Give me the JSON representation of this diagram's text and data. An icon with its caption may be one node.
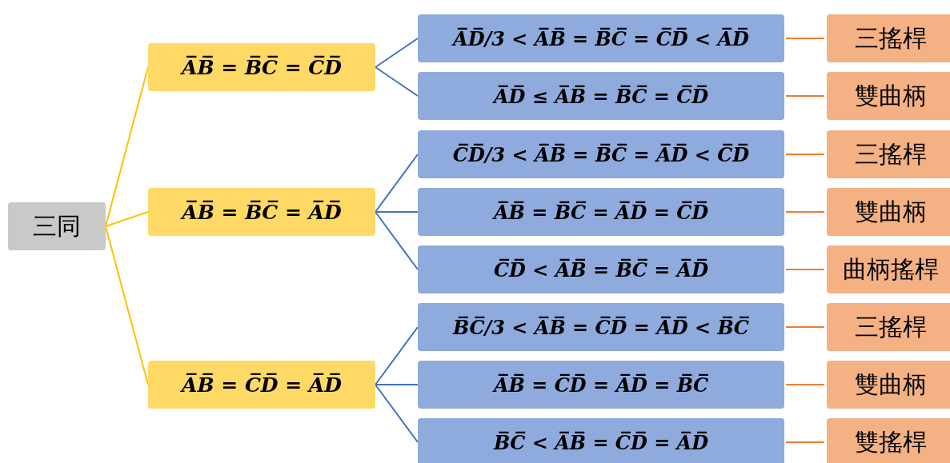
{
  "diagram": {
    "nodes": [
      {
        "text": [
          "三同"
        ]
      },
      {
        "text": [
          "A̅B̅ = B̅C̅ = C̅D̅"
        ]
      },
      {
        "text": [
          "A̅D̅/3 < A̅B̅ = B̅C̅ = C̅D̅ < A̅D̅"
        ]
      },
      {
        "text": [
          "三搖桿"
        ]
      },
      {
        "text": [
          "A̅D̅ ≤ A̅B̅ = B̅C̅ = C̅D̅"
        ]
      },
      {
        "text": [
          "雙曲柄"
        ]
      },
      {
        "text": [
          "A̅B̅ = B̅C̅ = A̅D̅"
        ]
      },
      {
        "text": [
          "C̅D̅/3 < A̅B̅ = B̅C̅ = A̅D̅ < C̅D̅"
        ]
      },
      {
        "text": [
          "三搖桿"
        ]
      },
      {
        "text": [
          "A̅B̅ = B̅C̅ = A̅D̅ = C̅D̅"
        ]
      },
      {
        "text": [
          "雙曲柄"
        ]
      },
      {
        "text": [
          "C̅D̅ < A̅B̅ = B̅C̅ = A̅D̅"
        ]
      },
      {
        "text": [
          "曲柄搖桿"
        ]
      },
      {
        "text": [
          "A̅B̅ = C̅D̅ = A̅D̅"
        ]
      },
      {
        "text": [
          "B̅C̅/3 < A̅B̅ = C̅D̅ = A̅D̅ < B̅C̅"
        ]
      },
      {
        "text": [
          "三搖桿"
        ]
      },
      {
        "text": [
          "A̅B̅ = C̅D̅ = A̅D̅ = B̅C̅"
        ]
      },
      {
        "text": [
          "雙曲柄"
        ]
      },
      {
        "text": [
          "B̅C̅ < A̅B̅ = C̅D̅ = A̅D̅"
        ]
      },
      {
        "text": [
          "雙搖桿"
        ]
      }
    ],
    "edges": [
      {
        "from": 0,
        "to": 1,
        "arrow": "none",
        "color": "#ffc000"
      },
      {
        "from": 0,
        "to": 6,
        "arrow": "none",
        "color": "#ffc000"
      },
      {
        "from": 0,
        "to": 13,
        "arrow": "none",
        "color": "#ffc000"
      },
      {
        "from": 1,
        "to": 2,
        "arrow": "none",
        "color": "#4472c4"
      },
      {
        "from": 1,
        "to": 4,
        "arrow": "none",
        "color": "#4472c4"
      },
      {
        "from": 6,
        "to": 7,
        "arrow": "none",
        "color": "#4472c4"
      },
      {
        "from": 6,
        "to": 9,
        "arrow": "none",
        "color": "#4472c4"
      },
      {
        "from": 6,
        "to": 11,
        "arrow": "none",
        "color": "#4472c4"
      },
      {
        "from": 13,
        "to": 14,
        "arrow": "none",
        "color": "#4472c4"
      },
      {
        "from": 13,
        "to": 16,
        "arrow": "none",
        "color": "#4472c4"
      },
      {
        "from": 13,
        "to": 18,
        "arrow": "none",
        "color": "#4472c4"
      },
      {
        "from": 2,
        "to": 3,
        "arrow": "none",
        "color": "#ed7d31"
      },
      {
        "from": 4,
        "to": 5,
        "arrow": "none",
        "color": "#ed7d31"
      },
      {
        "from": 7,
        "to": 8,
        "arrow": "none",
        "color": "#ed7d31"
      },
      {
        "from": 9,
        "to": 10,
        "arrow": "none",
        "color": "#ed7d31"
      },
      {
        "from": 11,
        "to": 12,
        "arrow": "none",
        "color": "#ed7d31"
      },
      {
        "from": 14,
        "to": 15,
        "arrow": "none",
        "color": "#ed7d31"
      },
      {
        "from": 16,
        "to": 17,
        "arrow": "none",
        "color": "#ed7d31"
      },
      {
        "from": 18,
        "to": 19,
        "arrow": "none",
        "color": "#ed7d31"
      }
    ]
  }
}
